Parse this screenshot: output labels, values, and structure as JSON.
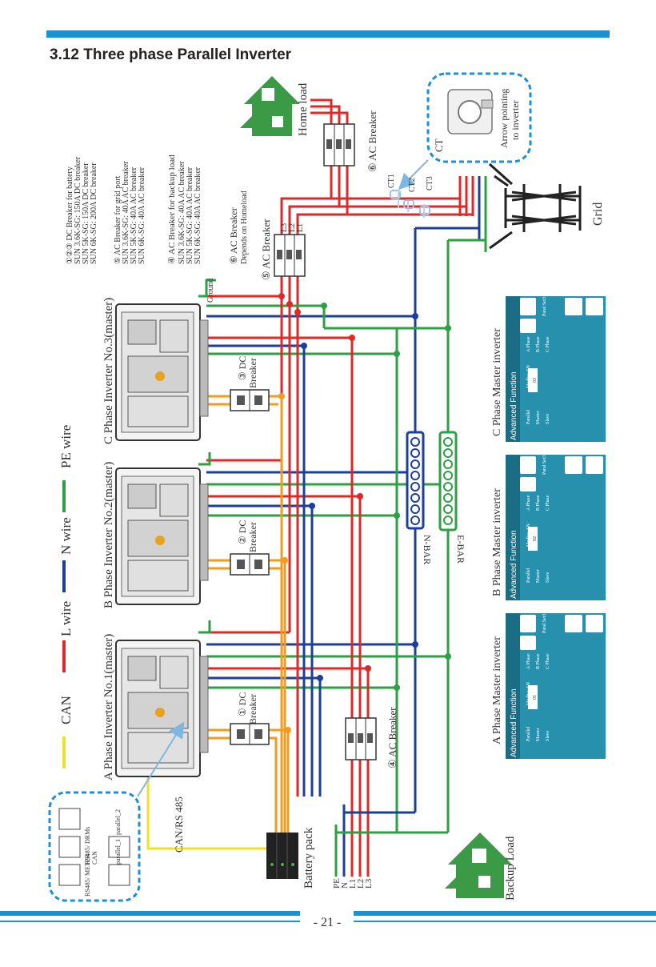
{
  "header": {
    "section_title": "3.12 Three phase Parallel Inverter"
  },
  "footer": {
    "page_number": "- 21 -"
  },
  "legend": {
    "can": "CAN",
    "l_wire": "L wire",
    "n_wire": "N wire",
    "pe_wire": "PE wire"
  },
  "notes": {
    "dc_breaker_title": "①②③ DC Breaker for battery",
    "dc_breaker_lines": [
      "SUN 3.6K-SG: 150A DC breaker",
      "SUN 5K-SG: 150A DC breaker",
      "SUN 6K-SG: 200A DC breaker"
    ],
    "grid_breaker_title": "⑤ AC Breaker for grid port",
    "grid_breaker_lines": [
      "SUN 3.6K-SG: 40A AC breaker",
      "SUN 5K-SG: 40A AC breaker",
      "SUN 6K-SG: 40A AC breaker"
    ],
    "backup_breaker_title": "④ AC Breaker for backup load",
    "backup_breaker_lines": [
      "SUN 3.6K-SG: 40A AC breaker",
      "SUN 5K-SG: 40A AC breaker",
      "SUN 6K-SG: 40A AC breaker"
    ],
    "home_breaker_title": "⑥ AC Breaker",
    "home_breaker_sub": "Depends on Homeload"
  },
  "labels": {
    "ground": "Ground",
    "ac_breaker_5": "⑤ AC Breaker",
    "ac_breaker_6": "⑥ AC Breaker",
    "ac_breaker_4": "④ AC Breaker",
    "dc_breaker_1": "① DC",
    "dc_breaker_2": "② DC",
    "dc_breaker_3": "③ DC",
    "breaker": "Breaker",
    "home_load": "Home load",
    "backup_load": "Backup Load",
    "grid": "Grid",
    "ct": "CT",
    "ct1": "CT1",
    "ct2": "CT2",
    "ct3": "CT3",
    "arrow_note_1": "Arrow pointing",
    "arrow_note_2": "to inverter",
    "n_bar": "N-BAR",
    "e_bar": "E-BAR",
    "can_rs485": "CAN/RS 485",
    "battery_pack": "Battery pack",
    "l3_top": "L3",
    "l2_top": "L2",
    "l1_top": "L1",
    "pe": "PE",
    "n": "N",
    "l1": "L1",
    "l2": "L2",
    "l3": "L3",
    "port_rs485_meter": "RS485/ METER",
    "port_rs485_drms": "RS485/ DRMs",
    "port_can": "CAN",
    "port_parallel_1": "parallel_1",
    "port_parallel_2": "parallel_2"
  },
  "inverters": [
    {
      "name": "A Phase Inverter No.1(master)"
    },
    {
      "name": "B Phase Inverter No.2(master)"
    },
    {
      "name": "C Phase Inverter No.3(master)"
    }
  ],
  "screens": [
    {
      "caption": "A Phase Master inverter",
      "header": "Advanced Function",
      "parallel": "Parallel",
      "master": "Master",
      "slave": "Slave",
      "modbus_sn": "Modbus SN",
      "modbus_value": "01",
      "phase_a": "A Phase",
      "phase_b": "B Phase",
      "phase_c": "C Phase",
      "set_label": "Paral Set3"
    },
    {
      "caption": "B Phase Master inverter",
      "header": "Advanced Function",
      "parallel": "Parallel",
      "master": "Master",
      "slave": "Slave",
      "modbus_sn": "Modbus SN",
      "modbus_value": "02",
      "phase_a": "A Phase",
      "phase_b": "B Phase",
      "phase_c": "C Phase",
      "set_label": "Paral Set3"
    },
    {
      "caption": "C Phase Master inverter",
      "header": "Advanced Function",
      "parallel": "Parallel",
      "master": "Master",
      "slave": "Slave",
      "modbus_sn": "Modbus SN",
      "modbus_value": "03",
      "phase_a": "A Phase",
      "phase_b": "B Phase",
      "phase_c": "C Phase",
      "set_label": "Paral Set3"
    }
  ],
  "colors": {
    "accent": "#1e8fd0",
    "l_wire": "#e02828",
    "n_wire": "#1d3f9c",
    "pe_wire": "#2ea043",
    "can_wire": "#f2e12a",
    "battery_wire": "#f29c1f",
    "house": "#3a9a46",
    "screen": "#1f8aa6"
  }
}
